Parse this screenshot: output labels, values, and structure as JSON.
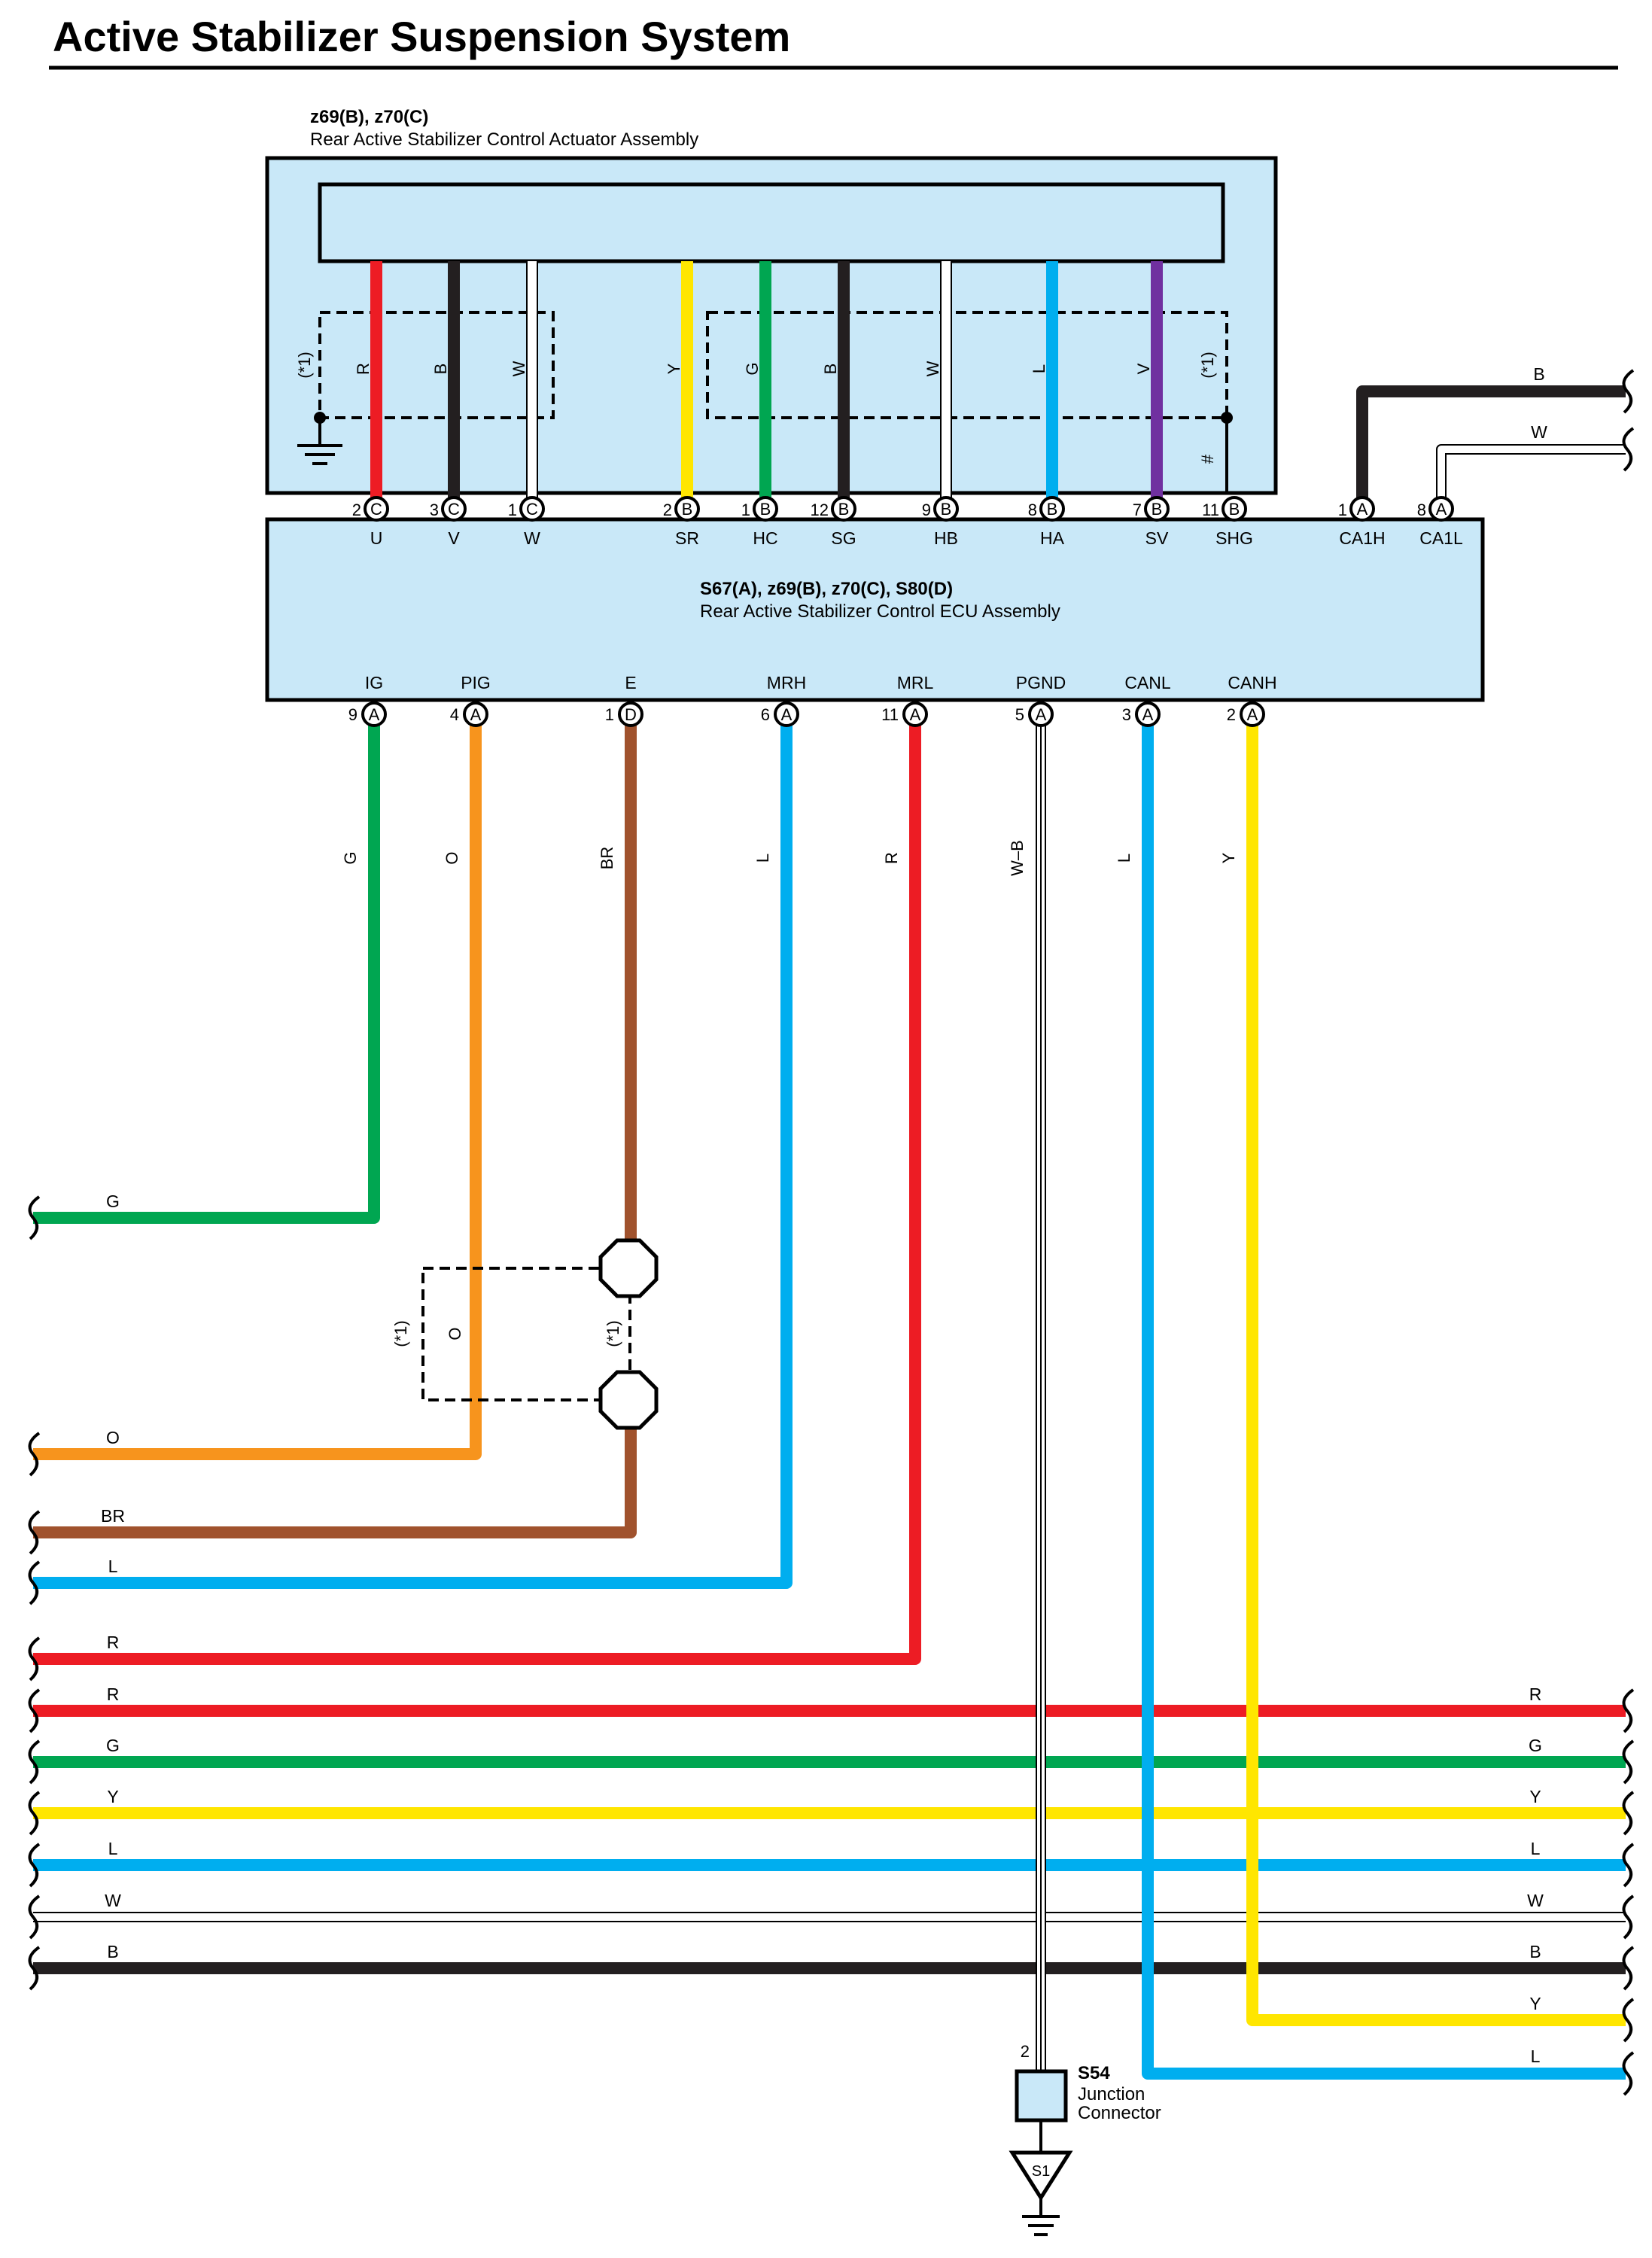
{
  "title": "Active Stabilizer Suspension System",
  "actuator": {
    "codes": "z69(B), z70(C)",
    "name": "Rear Active Stabilizer Control Actuator Assembly",
    "note_left": "(*1)",
    "note_right": "(*1)",
    "hash": "#"
  },
  "ecu": {
    "codes": "S67(A), z69(B), z70(C), S80(D)",
    "name": "Rear Active Stabilizer Control ECU Assembly"
  },
  "top_pins": [
    {
      "num": "2",
      "conn": "C",
      "name": "U",
      "color": "R"
    },
    {
      "num": "3",
      "conn": "C",
      "name": "V",
      "color": "B"
    },
    {
      "num": "1",
      "conn": "C",
      "name": "W",
      "color": "W"
    },
    {
      "num": "2",
      "conn": "B",
      "name": "SR",
      "color": "Y"
    },
    {
      "num": "1",
      "conn": "B",
      "name": "HC",
      "color": "G"
    },
    {
      "num": "12",
      "conn": "B",
      "name": "SG",
      "color": "B"
    },
    {
      "num": "9",
      "conn": "B",
      "name": "HB",
      "color": "W"
    },
    {
      "num": "8",
      "conn": "B",
      "name": "HA",
      "color": "L"
    },
    {
      "num": "7",
      "conn": "B",
      "name": "SV",
      "color": "V"
    },
    {
      "num": "11",
      "conn": "B",
      "name": "SHG",
      "color": ""
    },
    {
      "num": "1",
      "conn": "A",
      "name": "CA1H",
      "color": "B"
    },
    {
      "num": "8",
      "conn": "A",
      "name": "CA1L",
      "color": "W"
    }
  ],
  "bottom_pins": [
    {
      "num": "9",
      "conn": "A",
      "name": "IG",
      "color": "G"
    },
    {
      "num": "4",
      "conn": "A",
      "name": "PIG",
      "color": "O"
    },
    {
      "num": "1",
      "conn": "D",
      "name": "E",
      "color": "BR"
    },
    {
      "num": "6",
      "conn": "A",
      "name": "MRH",
      "color": "L"
    },
    {
      "num": "11",
      "conn": "A",
      "name": "MRL",
      "color": "R"
    },
    {
      "num": "5",
      "conn": "A",
      "name": "PGND",
      "color": "W–B"
    },
    {
      "num": "3",
      "conn": "A",
      "name": "CANL",
      "color": "L"
    },
    {
      "num": "2",
      "conn": "A",
      "name": "CANH",
      "color": "Y"
    }
  ],
  "left_wire_labels": [
    "G",
    "O",
    "BR",
    "L",
    "R",
    "R",
    "G",
    "Y",
    "L",
    "W",
    "B"
  ],
  "right_wire_labels": [
    "B",
    "W",
    "R",
    "G",
    "Y",
    "L",
    "W",
    "B",
    "Y",
    "L"
  ],
  "option_labels": {
    "left": "(*1)",
    "wire": "O",
    "right": "(*1)"
  },
  "junction": {
    "pin": "2",
    "code": "S54",
    "name_line1": "Junction",
    "name_line2": "Connector",
    "ground": "S1"
  },
  "colors": {
    "R": "#ed1c24",
    "B": "#231f20",
    "W": "#ffffff",
    "Y": "#ffe600",
    "G": "#00a651",
    "L": "#00aeef",
    "V": "#7030a0",
    "O": "#f7941d",
    "BR": "#a0522d",
    "box": "#c9e8f8"
  }
}
